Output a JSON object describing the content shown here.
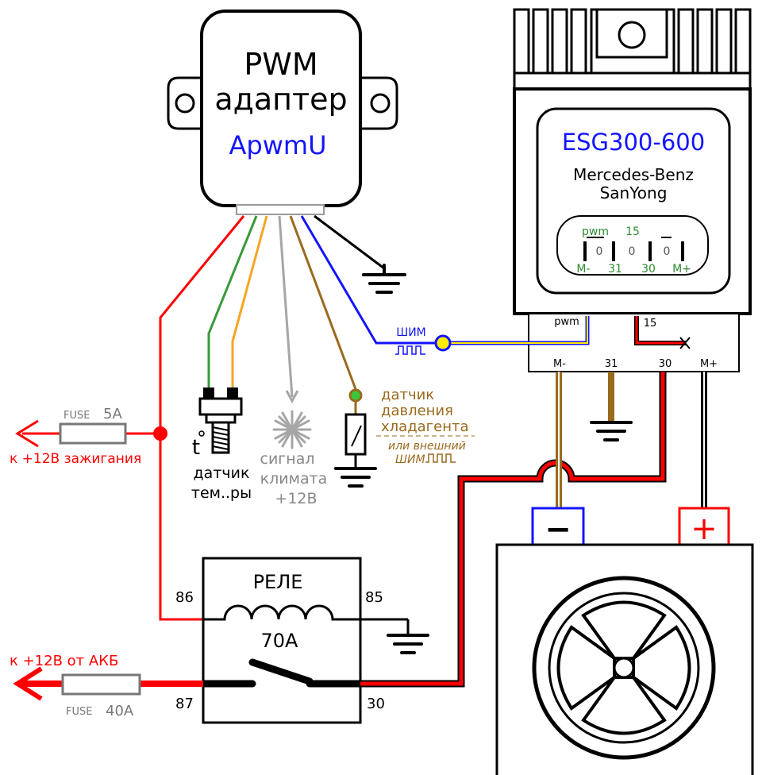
{
  "adapter": {
    "line1": "PWM",
    "line2": "адаптер",
    "model": "ApwmU"
  },
  "controller": {
    "model": "ESG300-600",
    "brand_line1": "Mercedes-Benz",
    "brand_line2": "SanYong",
    "conn_pwm": "pwm",
    "conn_15": "15",
    "conn_zero": "0",
    "conn_m_minus": "M-",
    "conn_31": "31",
    "conn_30": "30",
    "conn_m_plus": "M+",
    "term_pwm": "pwm",
    "term_15": "15",
    "term_m_minus": "M-",
    "term_31": "31",
    "term_30": "30",
    "term_m_plus": "M+"
  },
  "pwm_signal": {
    "label": "ШИМ"
  },
  "temp_sensor": {
    "symbol": "t",
    "label1": "датчик",
    "label2": "тем..ры"
  },
  "climate": {
    "label1": "сигнал",
    "label2": "климата",
    "label3": "+12В"
  },
  "pressure": {
    "label1": "датчик",
    "label2": "давления",
    "label3": "хладагента",
    "alt1": "или внешний",
    "alt2": "ШИМ"
  },
  "fuse_ign": {
    "label": "FUSE",
    "value": "5A",
    "target": "к +12В зажигания"
  },
  "fuse_bat": {
    "label": "FUSE",
    "value": "40A",
    "target": "к +12В от АКБ"
  },
  "relay": {
    "title": "РЕЛЕ",
    "rating": "70А",
    "pin_86": "86",
    "pin_85": "85",
    "pin_87": "87",
    "pin_30": "30"
  },
  "fan": {
    "minus": "−",
    "plus": "+"
  },
  "colors": {
    "red": "#ff0000",
    "green": "#3a9a3a",
    "orange": "#f5a623",
    "gray": "#a6a6a6",
    "brown": "#9a6a1e",
    "blue": "#1414ff",
    "black": "#000000",
    "yellow": "#ffee00",
    "connector_green": "#2e8b2e"
  }
}
